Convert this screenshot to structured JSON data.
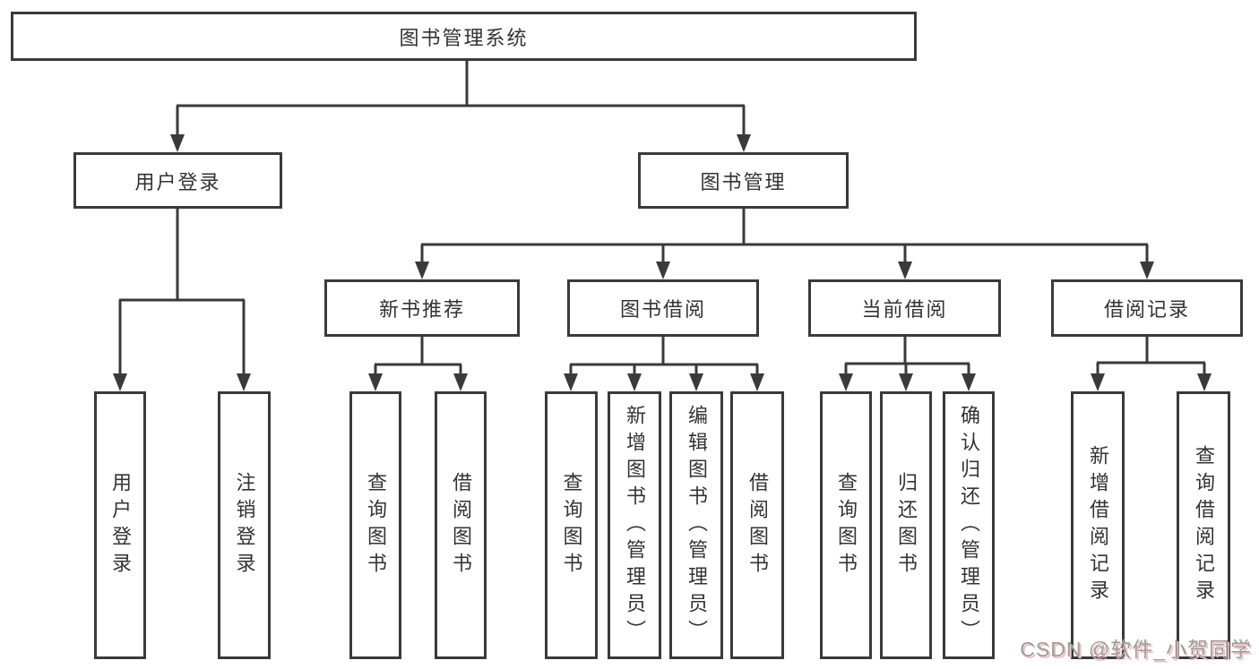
{
  "diagram": {
    "root": {
      "label": "图书管理系统"
    },
    "branches": [
      {
        "label": "用户登录",
        "children": [
          {
            "label": "用户登录"
          },
          {
            "label": "注销登录"
          }
        ]
      },
      {
        "label": "图书管理",
        "children": [
          {
            "label": "新书推荐",
            "children": [
              {
                "label": "查询图书"
              },
              {
                "label": "借阅图书"
              }
            ]
          },
          {
            "label": "图书借阅",
            "children": [
              {
                "label": "查询图书"
              },
              {
                "label": "新增图书（管理员）"
              },
              {
                "label": "编辑图书（管理员）"
              },
              {
                "label": "借阅图书"
              }
            ]
          },
          {
            "label": "当前借阅",
            "children": [
              {
                "label": "查询图书"
              },
              {
                "label": "归还图书"
              },
              {
                "label": "确认归还（管理员）"
              }
            ]
          },
          {
            "label": "借阅记录",
            "children": [
              {
                "label": "新增借阅记录"
              },
              {
                "label": "查询借阅记录"
              }
            ]
          }
        ]
      }
    ]
  },
  "watermark": {
    "text": "CSDN @软件_小贺同学"
  },
  "colors": {
    "line": "#3a3a3a",
    "node_border": "#3a3a3a",
    "text": "#333333",
    "background": "#ffffff",
    "watermark_text": "#9c9c9c",
    "watermark_shadow": "#eec0c0"
  }
}
